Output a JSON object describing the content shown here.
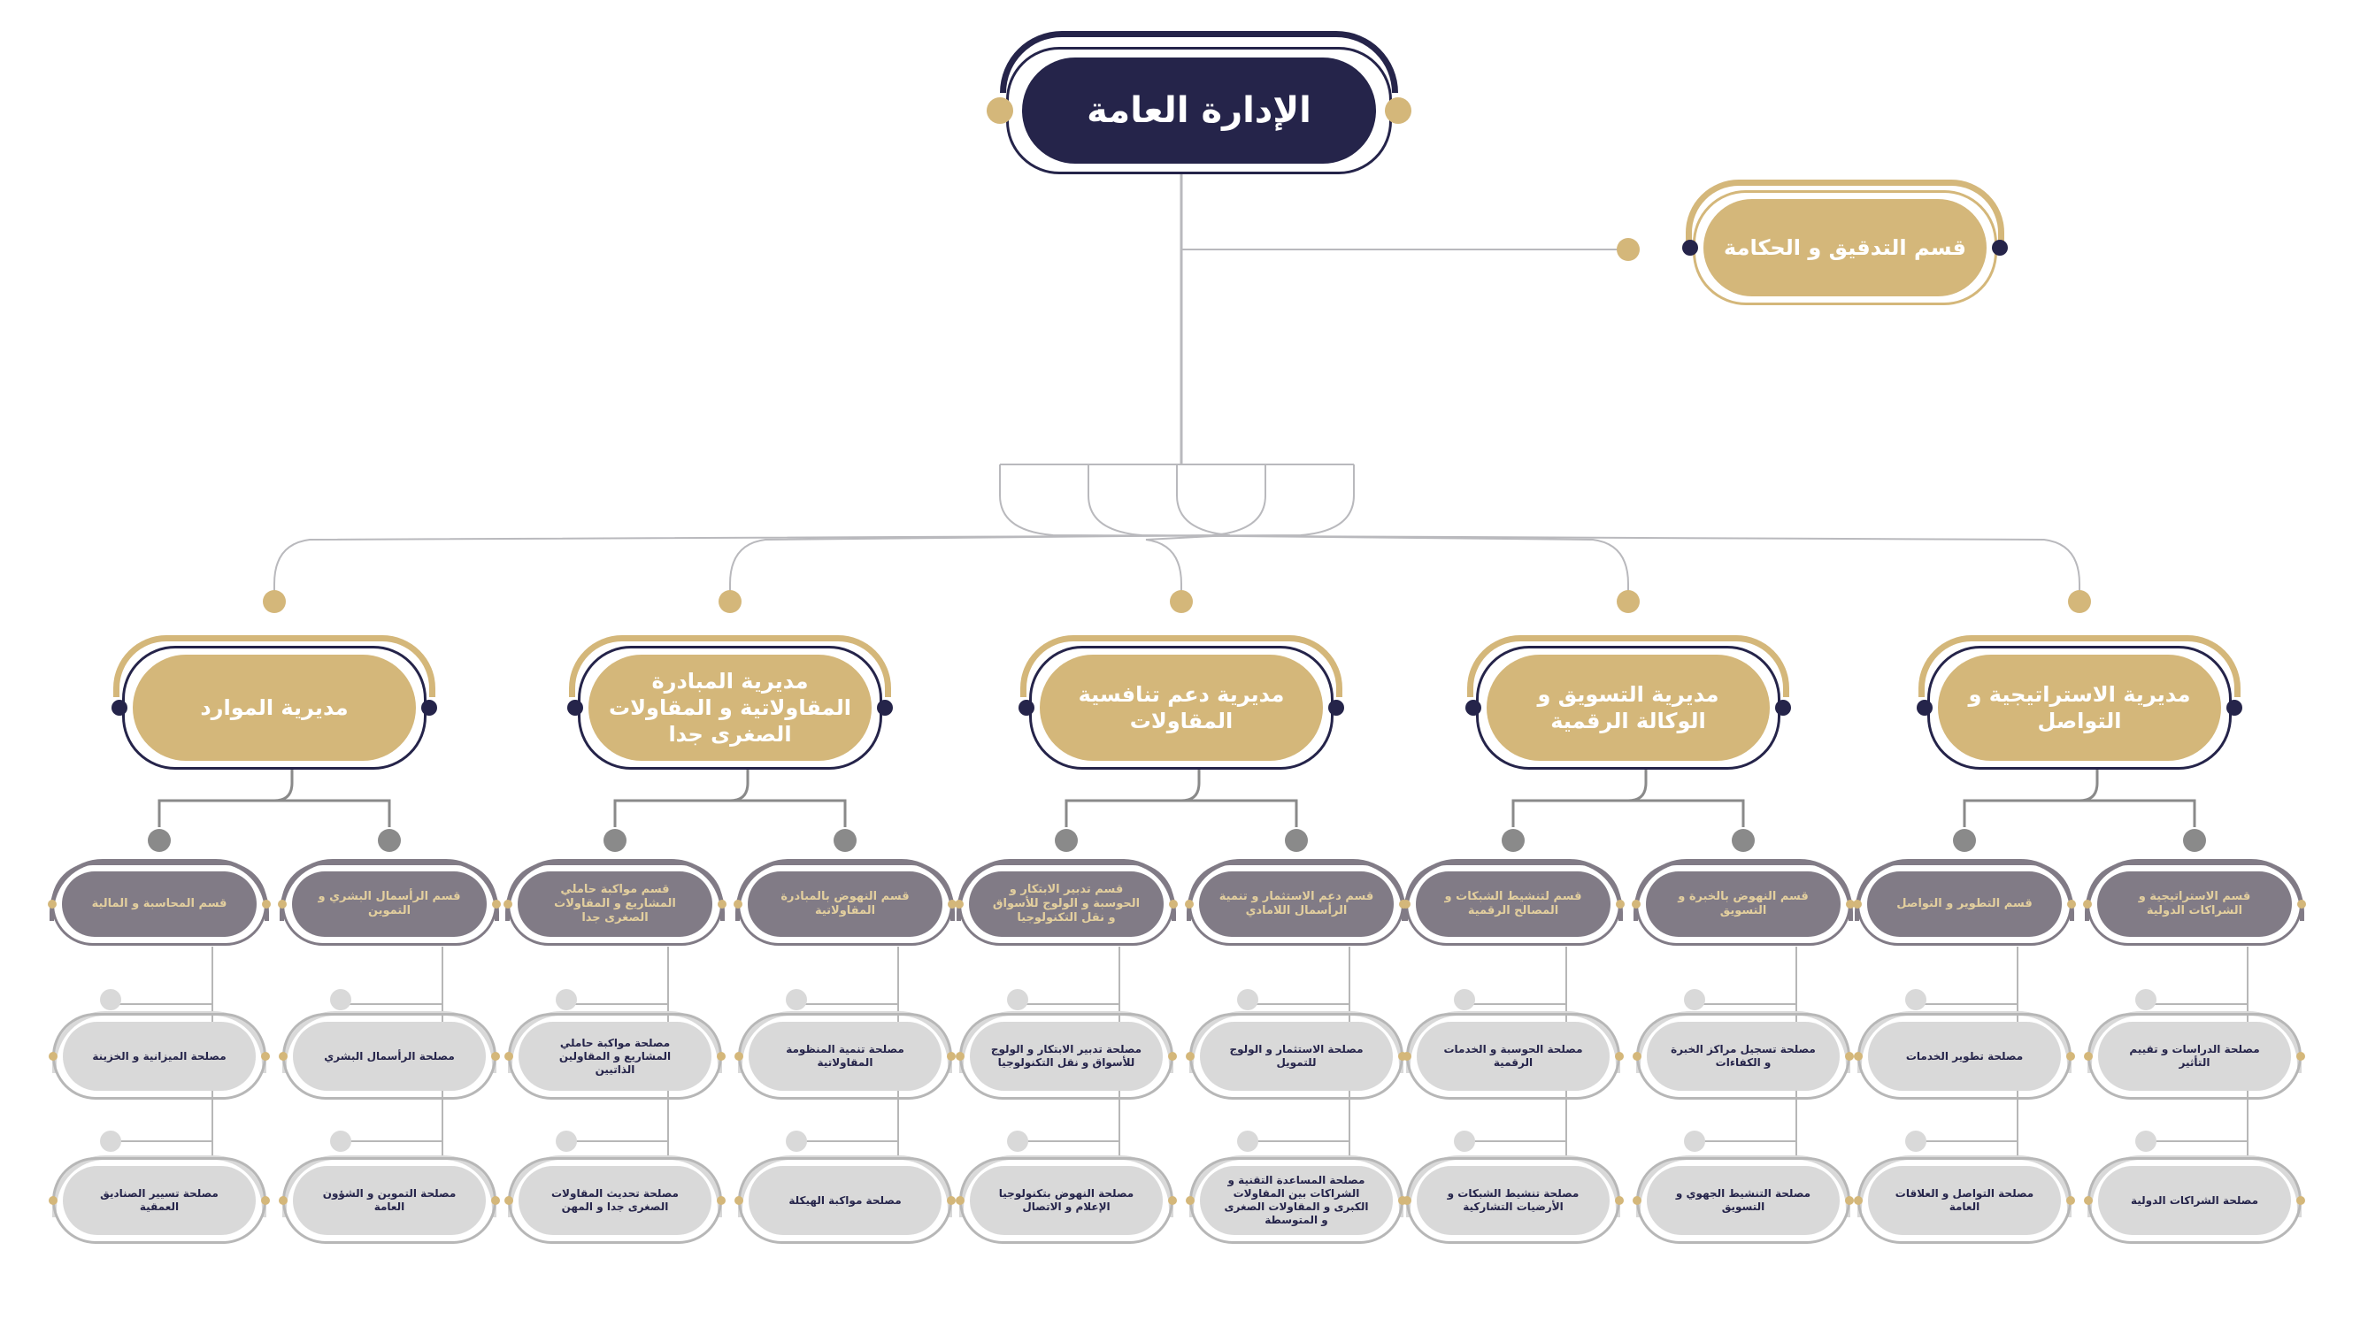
{
  "colors": {
    "navy": "#25244a",
    "gold": "#d4b77a",
    "gray_dept": "#817b86",
    "gray_dept_text": "#e3cf9e",
    "light_unit": "#d9d9d9",
    "light_unit_ring": "#b7b7b7",
    "connector": "#b9b9bd",
    "connector_dark": "#8a8a8a"
  },
  "top": {
    "title": "الإدارة العامة"
  },
  "audit": {
    "label": "قسم التدقيق و الحكامة"
  },
  "directorates": [
    {
      "label": "مديرية الاستراتيجية و التواصل",
      "departments": [
        {
          "label": "قسم الاستراتيجية و الشراكات الدولية",
          "units": [
            "مصلحة الدراسات و تقييم التأثير",
            "مصلحة الشراكات الدولية"
          ]
        },
        {
          "label": "قسم التطوير و التواصل",
          "units": [
            "مصلحة تطوير الخدمات",
            "مصلحة التواصل و العلاقات العامة"
          ]
        }
      ]
    },
    {
      "label": "مديرية التسويق و الوكالة الرقمية",
      "departments": [
        {
          "label": "قسم النهوض بالخبرة و التسويق",
          "units": [
            "مصلحة تسجيل مراكز الخبرة و الكفاءات",
            "مصلحة التنشيط الجهوي و التسويق"
          ]
        },
        {
          "label": "قسم لتنشيط الشبكات و المصالح الرقمية",
          "units": [
            "مصلحة الحوسبة و الخدمات الرقمية",
            "مصلحة تنشيط الشبكات و الأرضيات التشاركية"
          ]
        }
      ]
    },
    {
      "label": "مديرية دعم تنافسية المقاولات",
      "departments": [
        {
          "label": "قسم دعم الاستثمار و تنمية الرأسمال اللامادي",
          "units": [
            "مصلحة الاستثمار و الولوج للتمويل",
            "مصلحة المساعدة التقنية و الشراكات بين المقاولات الكبرى و المقاولات الصغرى و المتوسطة"
          ]
        },
        {
          "label": "قسم تدبير الابتكار و الحوسبة و الولوج للأسواق و نقل التكنولوجيا",
          "units": [
            "مصلحة تدبير الابتكار و الولوج للأسواق و نقل التكنولوجيا",
            "مصلحة النهوض بتكنولوجيا الإعلام و الاتصال"
          ]
        }
      ]
    },
    {
      "label": "مديرية المبادرة المقاولاتية و المقاولات الصغرى جدا",
      "departments": [
        {
          "label": "قسم النهوض بالمبادرة المقاولاتية",
          "units": [
            "مصلحة تنمية المنظومة المقاولاتية",
            "مصلحة مواكبة الهيكلة"
          ]
        },
        {
          "label": "قسم مواكبة حاملي المشاريع و المقاولات الصغرى جدا",
          "units": [
            "مصلحة مواكبة حاملي المشاريع و المقاولين الذاتيين",
            "مصلحة تحديث المقاولات الصغرى جدا و المهن"
          ]
        }
      ]
    },
    {
      "label": "مديرية الموارد",
      "departments": [
        {
          "label": "قسم الرأسمال البشري و التموين",
          "units": [
            "مصلحة الرأسمال البشري",
            "مصلحة التموين و الشؤون العامة"
          ]
        },
        {
          "label": "قسم المحاسبة و المالية",
          "units": [
            "مصلحة الميزانية و الخزينة",
            "مصلحة تسيير الصناديق العمقية"
          ]
        }
      ]
    }
  ]
}
